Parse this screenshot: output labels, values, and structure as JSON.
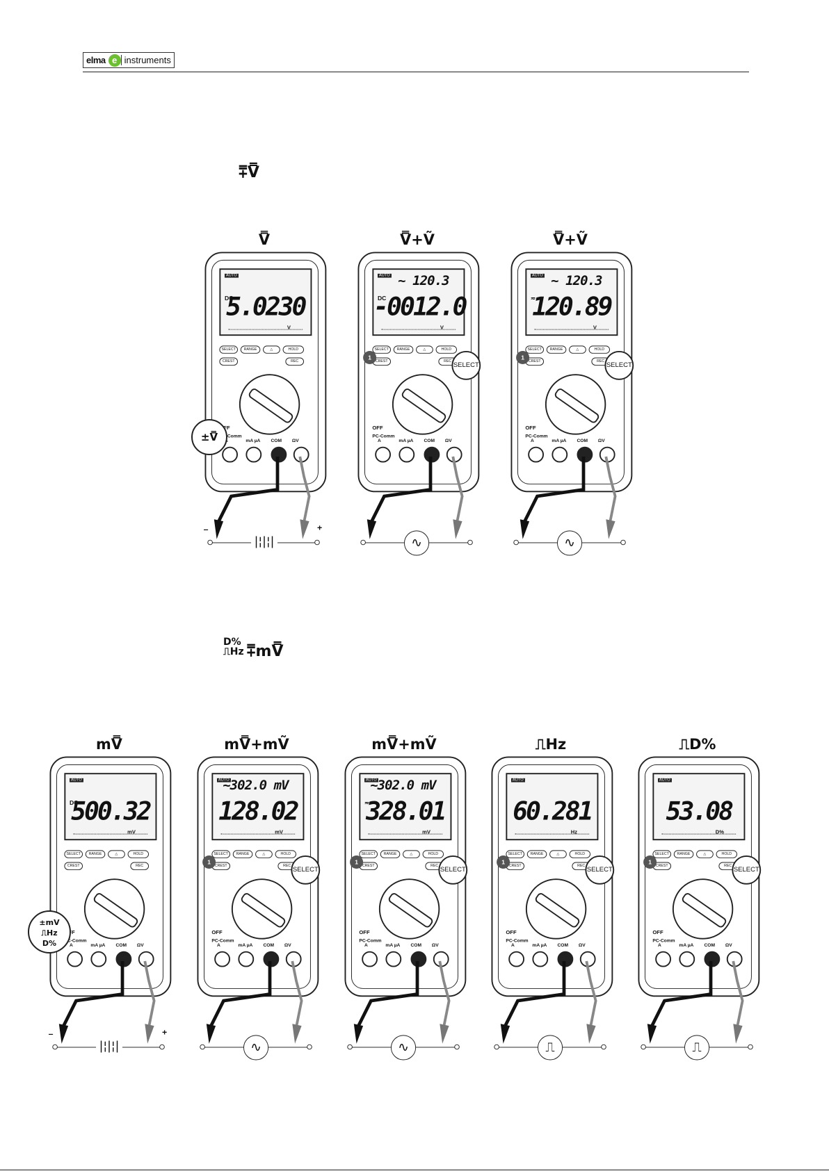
{
  "header": {
    "logo_left": "elma",
    "logo_mark": "e",
    "logo_right": "instruments"
  },
  "section1": {
    "symbol": "⩱V̿"
  },
  "section2": {
    "symbol_line1": "D%",
    "symbol_line2": "⎍Hz",
    "symbol_main": "⩱mV̿"
  },
  "row1": [
    {
      "caption": "V̿",
      "sub": "",
      "main": "5.0230",
      "unit": "V",
      "dc": "DC",
      "source": "battery",
      "select": "",
      "finger": "",
      "callout": "±V̿",
      "minus": "–",
      "plus": "+"
    },
    {
      "caption": "V̿+Ṽ",
      "sub": "~ 120.3",
      "main": "-0012.0",
      "unit": "V",
      "dc": "DC",
      "source": "ac",
      "select": "SELECT",
      "finger": "1",
      "callout": "",
      "minus": "",
      "plus": ""
    },
    {
      "caption": "V̿+Ṽ",
      "sub": "~ 120.3",
      "main": "120.89",
      "unit": "V",
      "dc": "≂",
      "source": "ac",
      "select": "SELECT",
      "finger": "1",
      "callout": "",
      "minus": "",
      "plus": ""
    }
  ],
  "row2": [
    {
      "caption": "mV̿",
      "sub": "",
      "main": "500.32",
      "unit": "mV",
      "dc": "DC",
      "source": "battery",
      "select": "",
      "finger": "",
      "callout_l1": "±mV",
      "callout_l2": "⎍Hz",
      "callout_l3": "D%",
      "minus": "–",
      "plus": "+"
    },
    {
      "caption": "mV̿+mṼ",
      "sub": "~302.0 mV",
      "main": "128.02",
      "unit": "mV",
      "dc": "",
      "source": "ac",
      "select": "SELECT",
      "finger": "1",
      "minus": "",
      "plus": ""
    },
    {
      "caption": "mV̿+mṼ",
      "sub": "~302.0 mV",
      "main": "328.01",
      "unit": "mV",
      "dc": "≂",
      "source": "ac",
      "select": "SELECT",
      "finger": "1",
      "minus": "",
      "plus": ""
    },
    {
      "caption": "⎍Hz",
      "sub": "",
      "main": "60.281",
      "unit": "Hz",
      "dc": "",
      "source": "square",
      "select": "SELECT",
      "finger": "1",
      "minus": "",
      "plus": ""
    },
    {
      "caption": "⎍D%",
      "sub": "",
      "main": "53.08",
      "unit": "D%",
      "dc": "",
      "source": "square",
      "select": "SELECT",
      "finger": "1",
      "minus": "",
      "plus": ""
    }
  ],
  "meter_labels": {
    "auto": "AUTO",
    "select": "SELECT",
    "range": "RANGE",
    "delta": "△",
    "hold": "HOLD",
    "crest": "CREST",
    "rec": "REC",
    "off": "OFF",
    "pccomm": "PC-Comm",
    "jack_a": "A",
    "jack_ma": "mA µA",
    "jack_com": "COM",
    "jack_v": "ΩV"
  },
  "colors": {
    "ink": "#222222",
    "lcd": "#f4f4f4",
    "logo_green": "#6cbf2e"
  }
}
